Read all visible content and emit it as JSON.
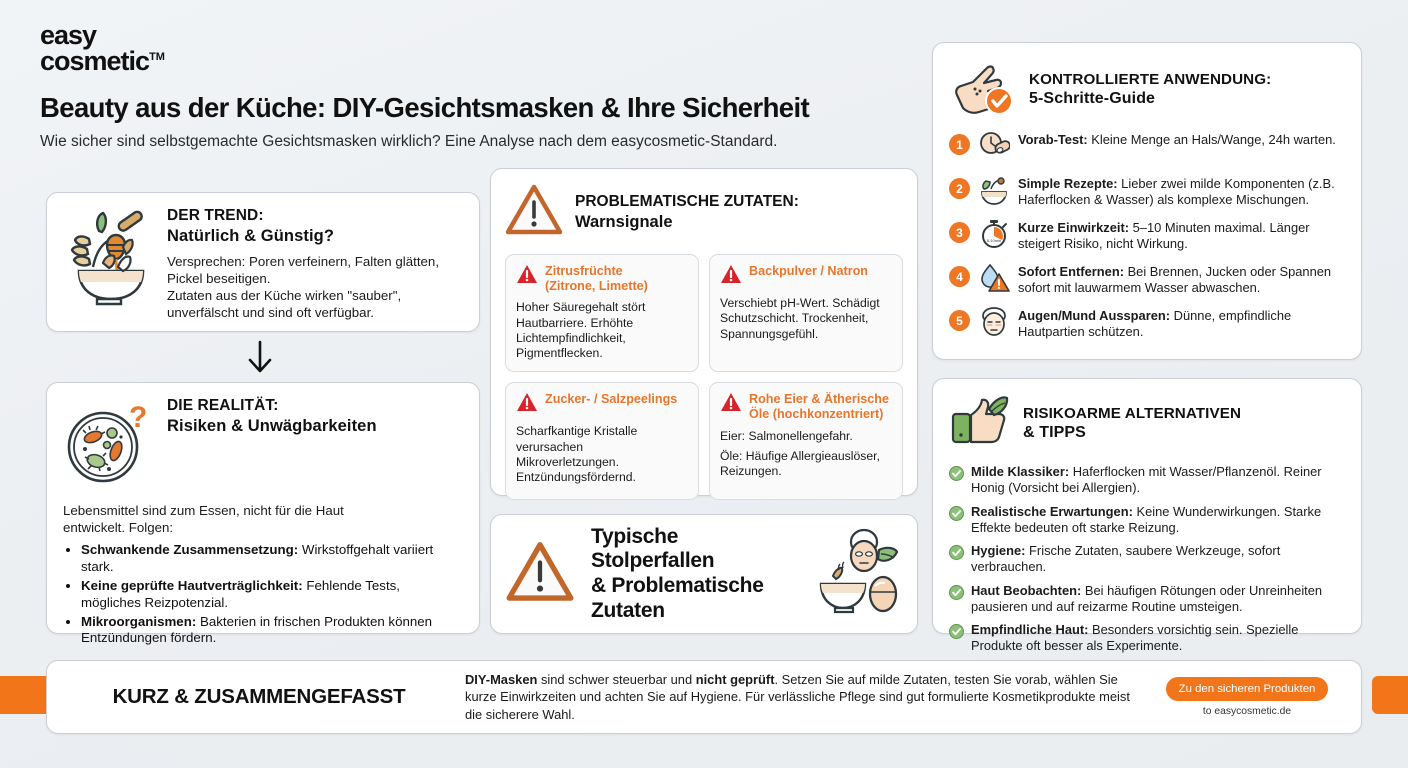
{
  "brand": {
    "line1": "easy",
    "line2": "cosmetic",
    "tm": "TM"
  },
  "header": {
    "headline": "Beauty aus der Küche: DIY-Gesichtsmasken & Ihre Sicherheit",
    "subline": "Wie sicher sind selbstgemachte Gesichtsmasken wirklich? Eine Analyse nach dem easycosmetic-Standard."
  },
  "trend": {
    "icon": "honey-bowl-icon",
    "title_line1": "DER TREND:",
    "title_line2": "Natürlich & Günstig?",
    "body_line1": "Versprechen: Poren verfeinern, Falten glätten,",
    "body_line2": "Pickel beseitigen.",
    "body_line3": "Zutaten aus der Küche wirken \"sauber\",",
    "body_line4": "unverfälscht und sind oft verfügbar."
  },
  "arrow": {
    "icon": "arrow-down-icon"
  },
  "reality": {
    "icon": "petri-dish-bacteria-icon",
    "title_line1": "DIE REALITÄT:",
    "title_line2": "Risiken & Unwägbarkeiten",
    "intro_line1": "Lebensmittel sind zum Essen, nicht für die Haut",
    "intro_line2": "entwickelt. Folgen:",
    "bullets": [
      {
        "bold": "Schwankende Zusammensetzung:",
        "rest": " Wirkstoffgehalt variiert stark."
      },
      {
        "bold": "Keine geprüfte Hautverträglichkeit:",
        "rest": " Fehlende Tests, mögliches Reizpotenzial."
      },
      {
        "bold": "Mikroorganismen:",
        "rest": " Bakterien in frischen Produkten können Entzündungen fördern."
      }
    ]
  },
  "problem": {
    "icon": "warning-triangle-icon",
    "title_line1": "PROBLEMATISCHE ZUTATEN:",
    "title_line2": "Warnsignale",
    "items": [
      {
        "icon": "red-warning-icon",
        "title": "Zitrusfrüchte (Zitrone, Limette)",
        "title_line1": "Zitrusfrüchte",
        "title_line2": "(Zitrone, Limette)",
        "body": [
          "Hoher Säuregehalt stört Hautbarriere. Erhöhte Lichtempfindlichkeit, Pigmentflecken."
        ]
      },
      {
        "icon": "red-warning-icon",
        "title": "Backpulver / Natron",
        "title_line1": "Backpulver / Natron",
        "title_line2": "",
        "body": [
          "Verschiebt pH-Wert. Schädigt Schutzschicht. Trockenheit, Spannungsgefühl."
        ]
      },
      {
        "icon": "red-warning-icon",
        "title": "Zucker- / Salzpeelings",
        "title_line1": "Zucker- / Salzpeelings",
        "title_line2": "",
        "body": [
          "Scharfkantige Kristalle verursachen Mikroverletzungen. Entzündungsfördernd."
        ]
      },
      {
        "icon": "red-warning-icon",
        "title": "Rohe Eier & Ätherische Öle (hochkonzentriert)",
        "title_line1": "Rohe Eier & Ätherische",
        "title_line2": "Öle (hochkonzentriert)",
        "body": [
          "Eier: Salmonellengefahr.",
          "Öle: Häufige Allergieauslöser, Reizungen."
        ]
      }
    ]
  },
  "stolper": {
    "icon": "warning-triangle-icon",
    "title_line1": "Typische Stolperfallen",
    "title_line2": "& Problematische",
    "title_line3": "Zutaten",
    "right_icon": "face-mask-bowl-egg-icon"
  },
  "steps": {
    "icon": "hands-check-icon",
    "title_line1": "KONTROLLIERTE ANWENDUNG:",
    "title_line2": "5-Schritte-Guide",
    "items": [
      {
        "num": "1",
        "icon": "patch-test-icon",
        "bold": "Vorab-Test:",
        "rest": " Kleine Menge an Hals/Wange, 24h warten."
      },
      {
        "num": "2",
        "icon": "mortar-herbs-icon",
        "bold": "Simple Rezepte:",
        "rest": " Lieber zwei milde Komponenten (z.B. Haferflocken & Wasser) als komplexe Mischungen."
      },
      {
        "num": "3",
        "icon": "stopwatch-icon",
        "bold": "Kurze Einwirkzeit:",
        "rest": " 5–10 Minuten maximal. Länger steigert Risiko, nicht Wirkung."
      },
      {
        "num": "4",
        "icon": "water-drop-warning-icon",
        "bold": "Sofort Entfernen:",
        "rest": " Bei Brennen, Jucken oder Spannen sofort mit lauwarmem Wasser abwaschen."
      },
      {
        "num": "5",
        "icon": "face-mask-icon",
        "bold": "Augen/Mund Aussparen:",
        "rest": " Dünne, empfindliche Hautpartien schützen."
      }
    ]
  },
  "alternatives": {
    "icon": "thumbs-up-leaf-icon",
    "title_line1": "RISIKOARME ALTERNATIVEN",
    "title_line2": "& TIPPS",
    "items": [
      {
        "icon": "green-check-icon",
        "bold": "Milde Klassiker:",
        "rest": " Haferflocken mit Wasser/Pflanzenöl. Reiner Honig (Vorsicht bei Allergien)."
      },
      {
        "icon": "green-check-icon",
        "bold": "Realistische Erwartungen:",
        "rest": " Keine Wunderwirkungen. Starke Effekte bedeuten oft starke Reizung."
      },
      {
        "icon": "green-check-icon",
        "bold": "Hygiene:",
        "rest": " Frische Zutaten, saubere Werkzeuge, sofort verbrauchen."
      },
      {
        "icon": "green-check-icon",
        "bold": "Haut Beobachten:",
        "rest": " Bei häufigen Rötungen oder Unreinheiten pausieren und auf reizarme Routine umsteigen."
      },
      {
        "icon": "green-check-icon",
        "bold": "Empfindliche Haut:",
        "rest": " Besonders vorsichtig sein. Spezielle Produkte oft besser als Experimente."
      }
    ]
  },
  "summary": {
    "title": "KURZ & ZUSAMMENGEFASST",
    "text_b1": "DIY-Masken",
    "text_m1": " sind schwer steuerbar und ",
    "text_b2": "nicht geprüft",
    "text_m2": ". Setzen Sie auf milde Zutaten, testen Sie vorab, wählen Sie kurze Einwirkzeiten und achten Sie auf Hygiene. Für verlässliche Pflege sind gut formulierte Kosmetikprodukte meist die sicherere Wahl.",
    "cta_label": "Zu den sicheren Produkten",
    "cta_sub": "to easycosmetic.de"
  },
  "colors": {
    "orange": "#f2751a",
    "orange_text": "#e8762a",
    "red": "#d8232a",
    "green": "#6aab54",
    "card_border": "#c9cfd4",
    "background": "#eef1f3"
  }
}
